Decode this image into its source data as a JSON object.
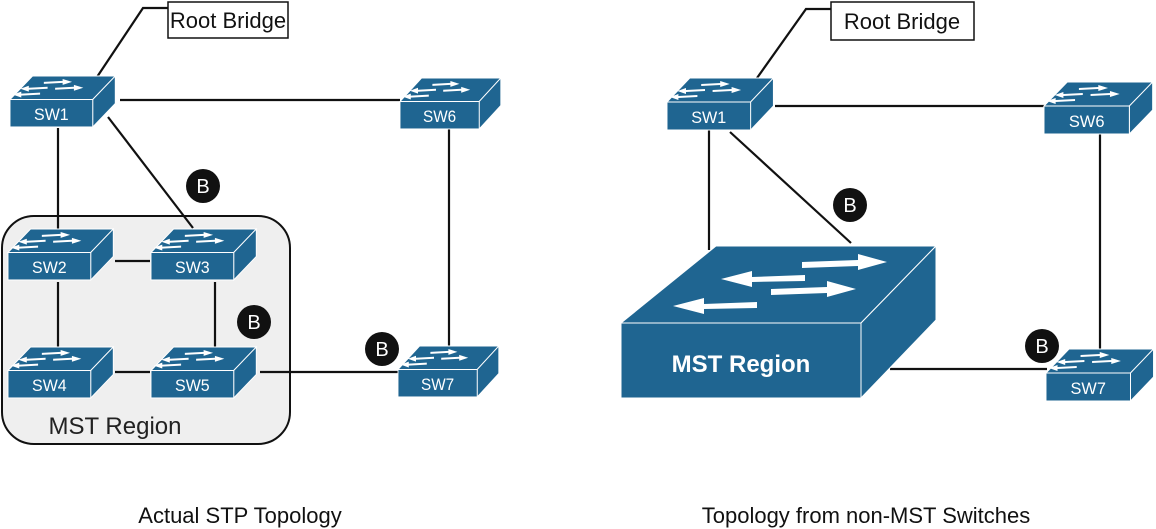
{
  "colors": {
    "switch": "#1f6591",
    "region_fill": "#efefef",
    "line": "#111111",
    "badge": "#111111"
  },
  "left_panel": {
    "caption": "Actual STP Topology",
    "callout": "Root Bridge",
    "region_label": "MST Region",
    "switches": {
      "sw1": "SW1",
      "sw2": "SW2",
      "sw3": "SW3",
      "sw4": "SW4",
      "sw5": "SW5",
      "sw6": "SW6",
      "sw7": "SW7"
    },
    "blocked_badges": [
      "B",
      "B",
      "B"
    ]
  },
  "right_panel": {
    "caption": "Topology from non-MST Switches",
    "callout": "Root Bridge",
    "region_switch_label": "MST Region",
    "switches": {
      "sw1": "SW1",
      "sw6": "SW6",
      "sw7": "SW7"
    },
    "blocked_badges": [
      "B",
      "B"
    ]
  }
}
